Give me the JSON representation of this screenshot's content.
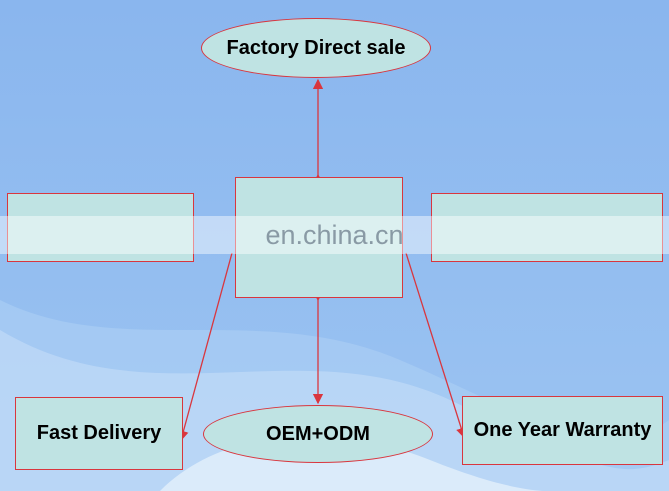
{
  "diagram": {
    "nodes": {
      "top": "Factory Direct sale",
      "center": "",
      "left": "",
      "right": "",
      "bottom_left": "Fast Delivery",
      "bottom_center": "OEM+ODM",
      "bottom_right": "One Year Warranty"
    },
    "watermark": "en.china.cn"
  },
  "colors": {
    "background": "#8fbaf0",
    "node_fill": "#bfe3e3",
    "border_and_arrows": "#d9363e"
  }
}
